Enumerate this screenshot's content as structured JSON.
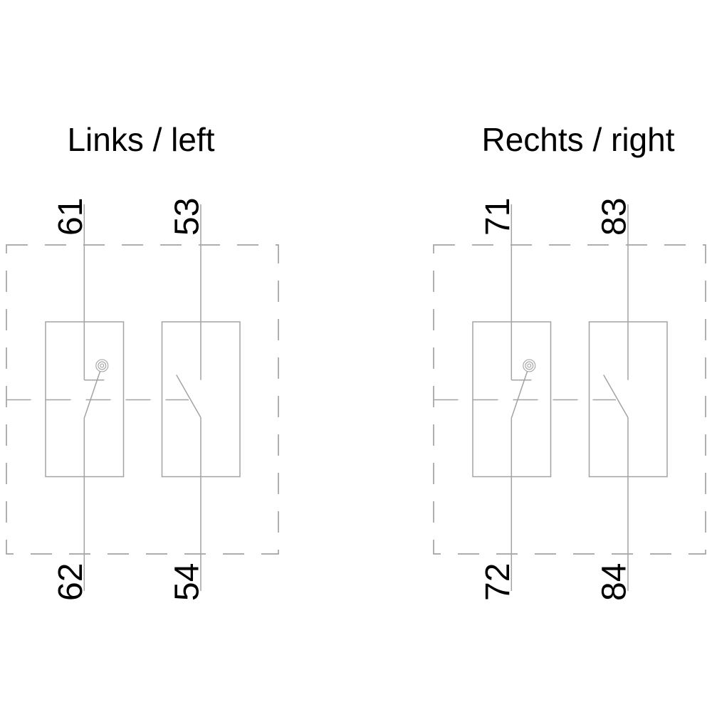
{
  "colors": {
    "background": "#ffffff",
    "line": "#a3a3a3",
    "text": "#000000"
  },
  "diagrams": [
    {
      "title": "Links / left",
      "contacts": [
        {
          "symbol": "nc-contact-with-actuator",
          "top_terminal": "61",
          "bottom_terminal": "62"
        },
        {
          "symbol": "no-contact",
          "top_terminal": "53",
          "bottom_terminal": "54"
        }
      ]
    },
    {
      "title": "Rechts / right",
      "contacts": [
        {
          "symbol": "nc-contact-with-actuator",
          "top_terminal": "71",
          "bottom_terminal": "72"
        },
        {
          "symbol": "no-contact",
          "top_terminal": "83",
          "bottom_terminal": "84"
        }
      ]
    }
  ]
}
